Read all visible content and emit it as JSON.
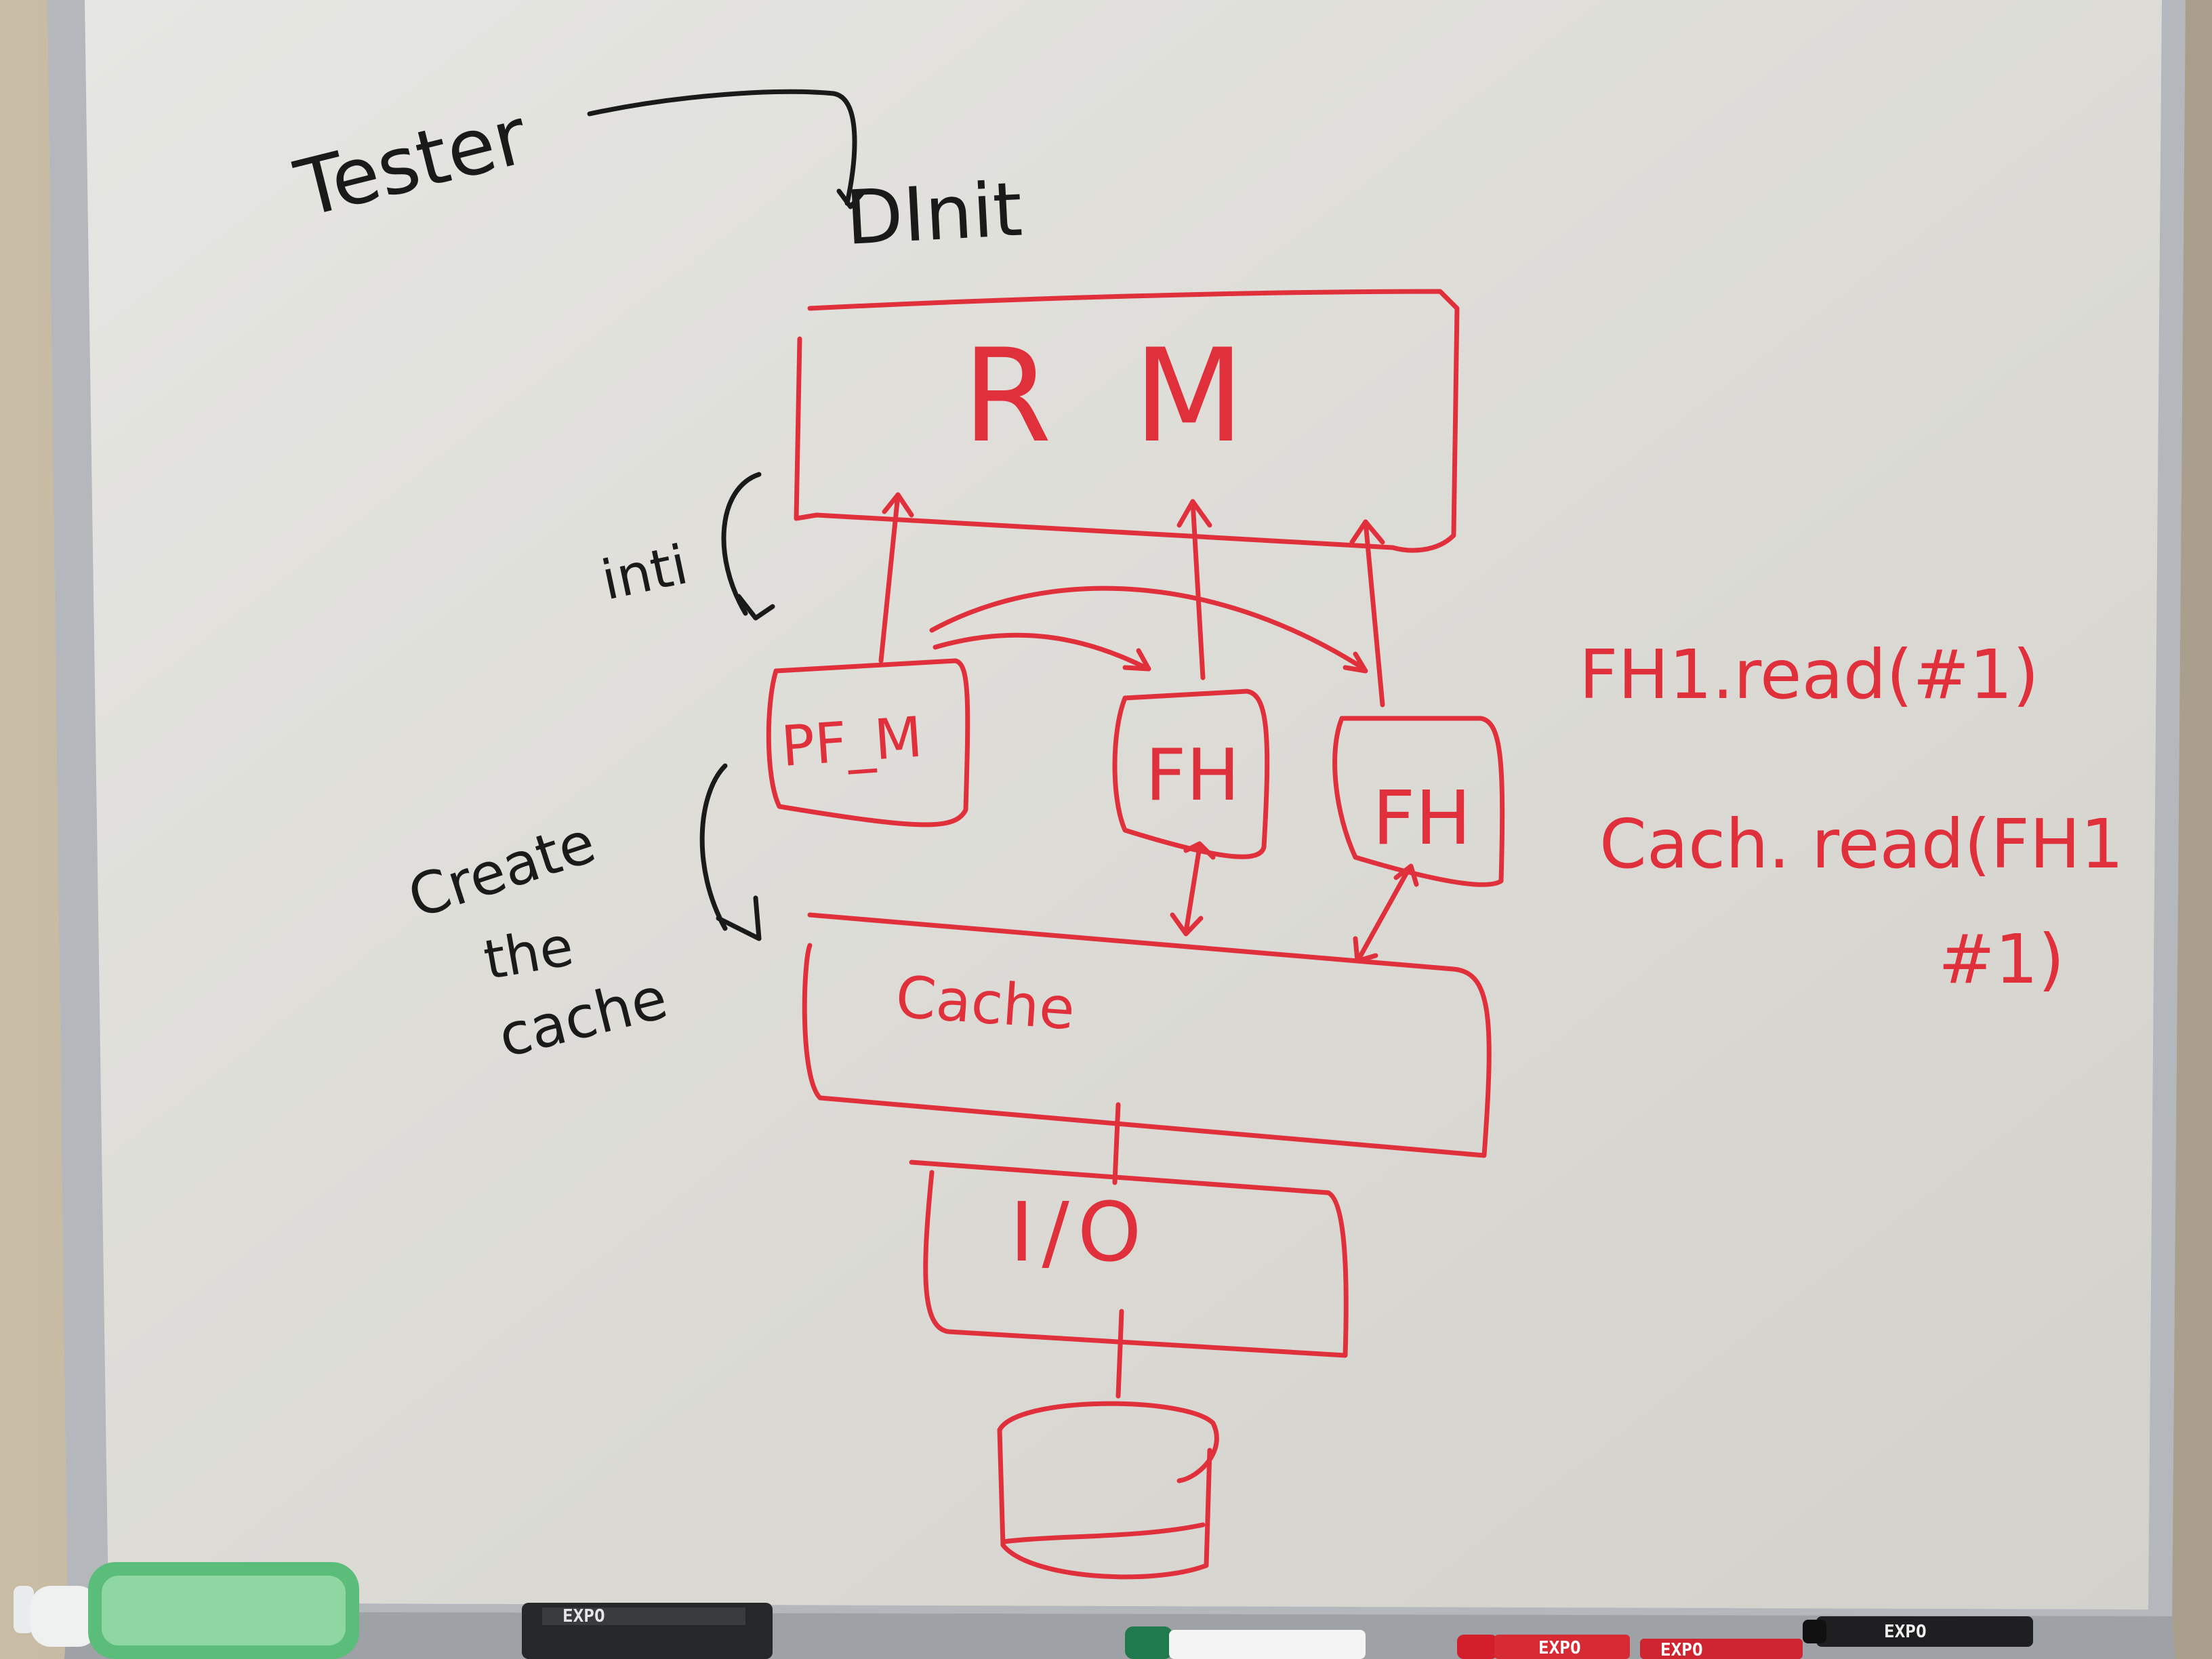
{
  "whiteboard": {
    "black_notes": {
      "tester": "Tester",
      "dinit": "DInit",
      "inti": "inti",
      "create_the_cache": [
        "Create",
        "the",
        "cache"
      ]
    },
    "diagram": {
      "rm": "R M",
      "pf_m": "PF_M",
      "fh_left": "FH",
      "fh_right": "FH",
      "cache": "Cache",
      "io": "I/O"
    },
    "side_notes": {
      "line1": "FH1.read(#1)",
      "line2": "Cach. read(FH1",
      "line3": "#1)"
    }
  },
  "tray": {
    "eraser_brand": "EXPO",
    "marker_red_1": "EXPO",
    "marker_red_2": "EXPO",
    "marker_black": "EXPO"
  },
  "colors": {
    "ink_red": "#e0303c",
    "ink_black": "#1a1a1a",
    "board": "#dedcd6",
    "frame": "#b9bcc0",
    "wall": "#b7ab98"
  }
}
